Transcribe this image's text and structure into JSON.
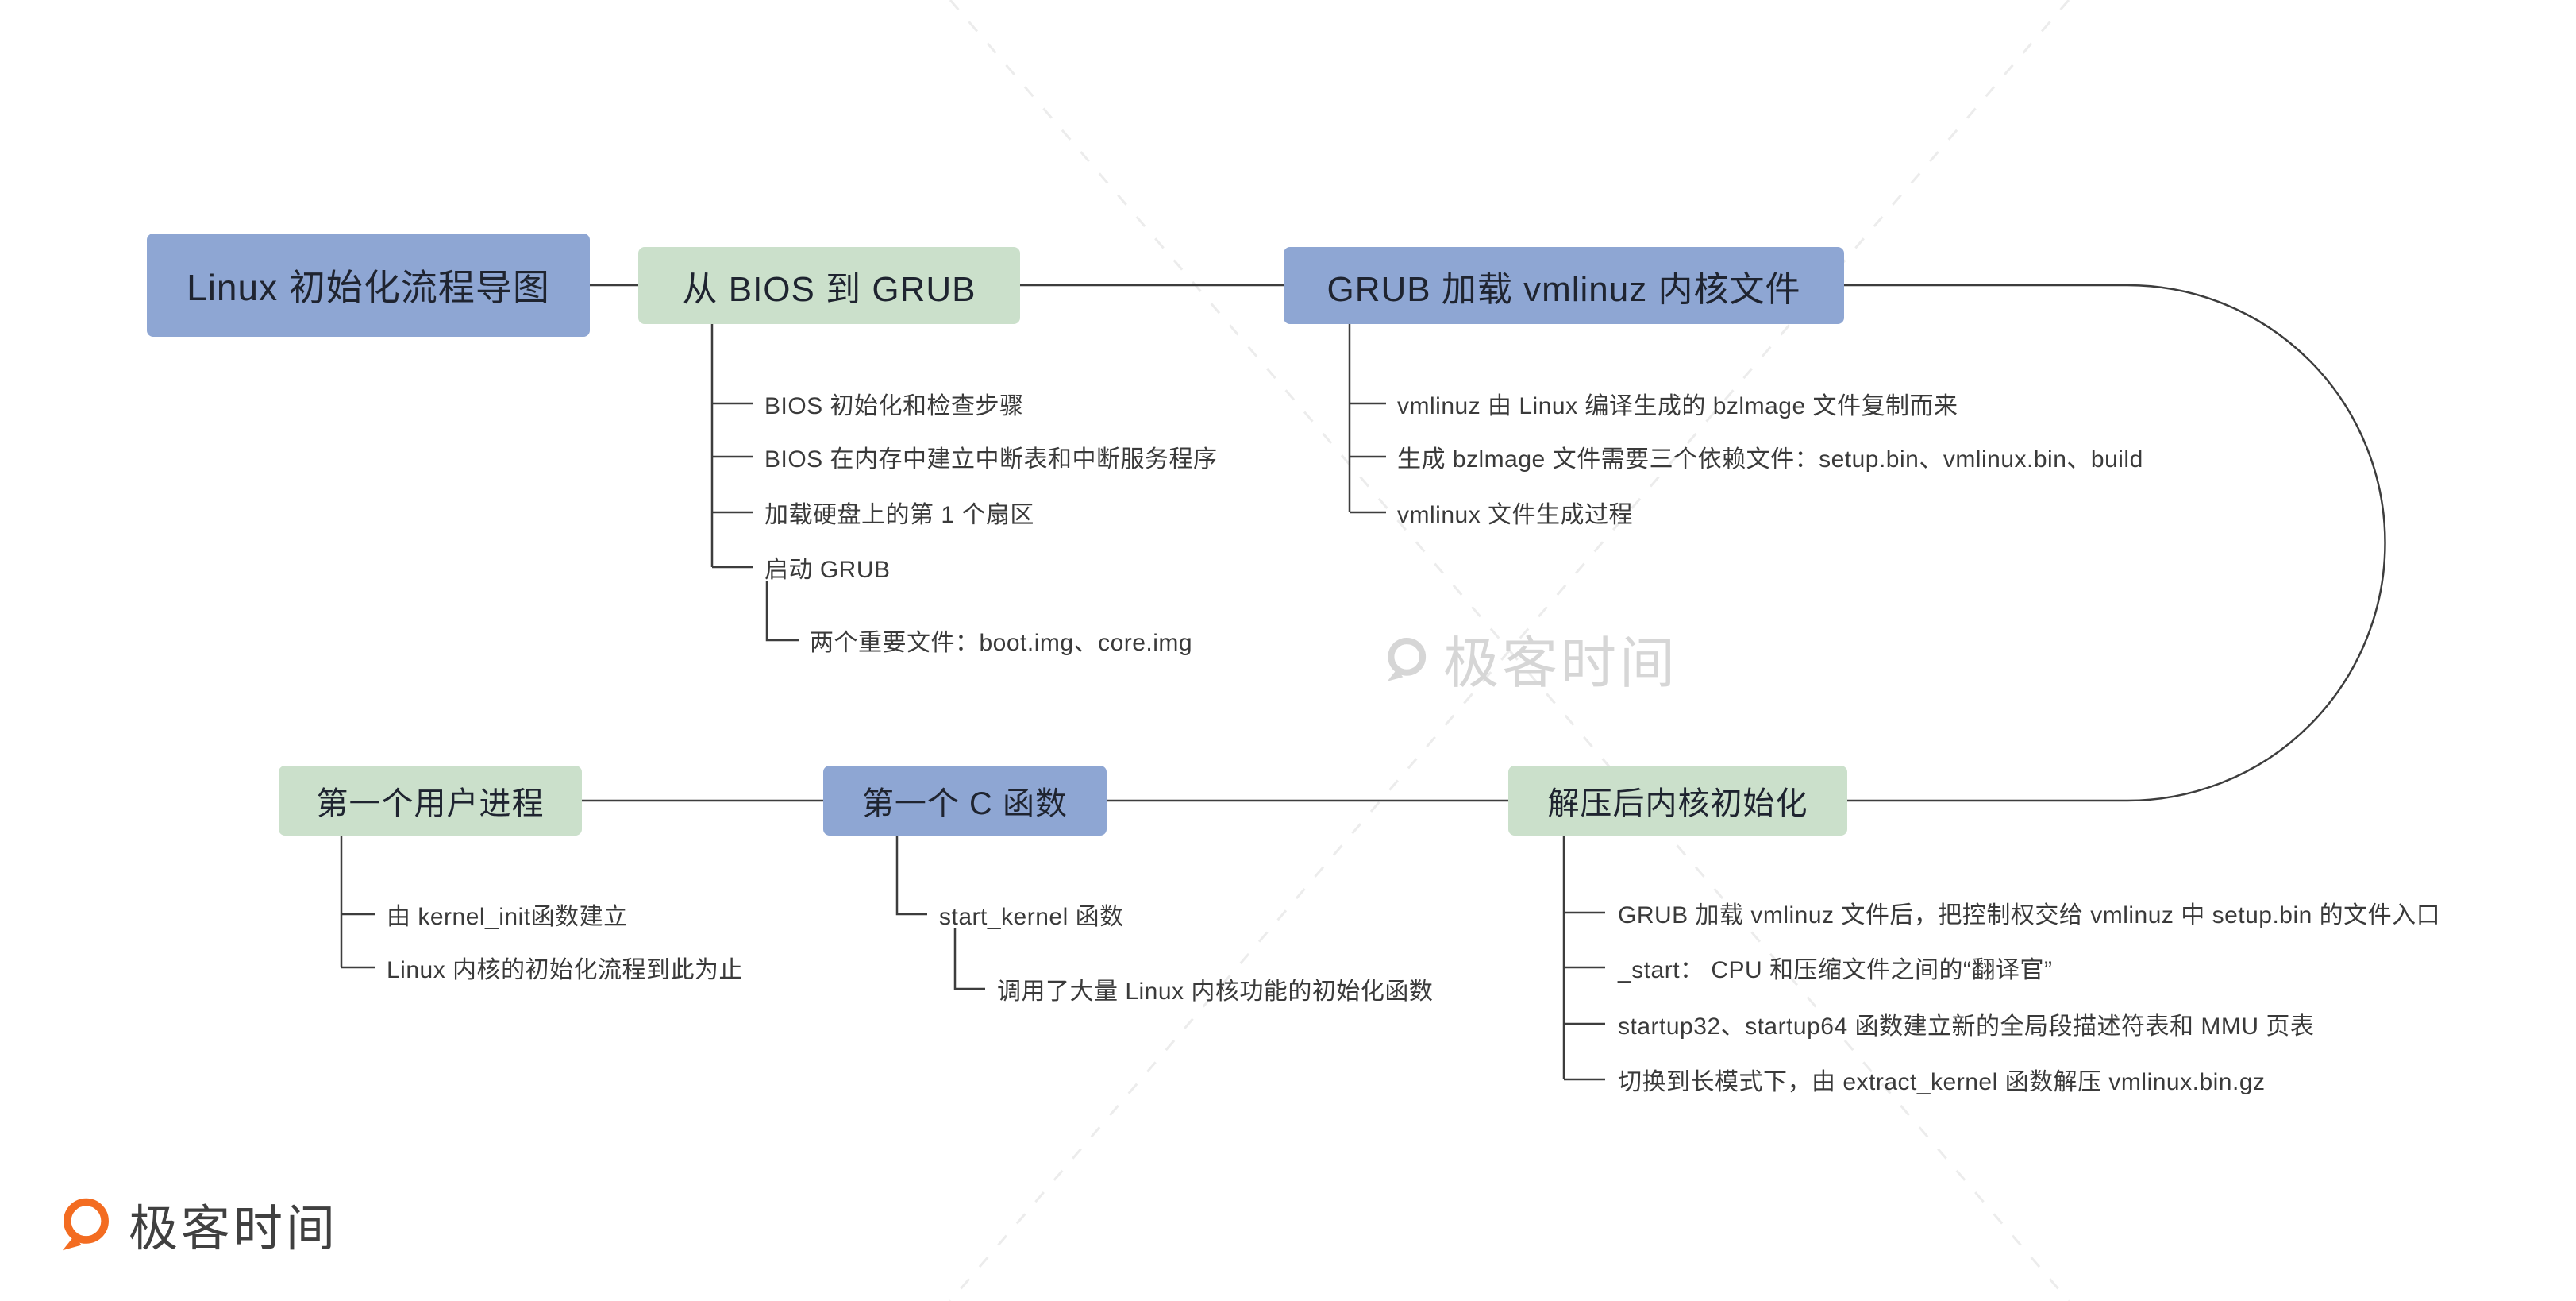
{
  "palette": {
    "blue": "#8EA6D3",
    "green": "#CBE0CB",
    "line": "#3d3d3d",
    "watermark_gray": "#d6d6d6",
    "brand_orange": "#F36C21",
    "leaf_text": "#3a3a3a"
  },
  "nodes": {
    "root": {
      "label": "Linux 初始化流程导图"
    },
    "bios": {
      "label": "从 BIOS 到 GRUB",
      "children": [
        {
          "label": "BIOS 初始化和检查步骤"
        },
        {
          "label": "BIOS 在内存中建立中断表和中断服务程序"
        },
        {
          "label": "加载硬盘上的第 1 个扇区"
        },
        {
          "label": "启动 GRUB",
          "children": [
            {
              "label": "两个重要文件：boot.img、core.img"
            }
          ]
        }
      ]
    },
    "grub": {
      "label": "GRUB 加载 vmlinuz 内核文件",
      "children": [
        {
          "label": "vmlinuz 由 Linux 编译生成的 bzlmage 文件复制而来"
        },
        {
          "label": "生成 bzlmage 文件需要三个依赖文件：setup.bin、vmlinux.bin、build"
        },
        {
          "label": "vmlinux 文件生成过程"
        }
      ]
    },
    "decompress": {
      "label": "解压后内核初始化",
      "children": [
        {
          "label": "GRUB 加载 vmlinuz 文件后，把控制权交给 vmlinuz 中 setup.bin 的文件入口"
        },
        {
          "label": "_start： CPU 和压缩文件之间的“翻译官”"
        },
        {
          "label": "startup32、startup64 函数建立新的全局段描述符表和 MMU 页表"
        },
        {
          "label": "切换到长模式下，由 extract_kernel 函数解压 vmlinux.bin.gz"
        }
      ]
    },
    "first_c": {
      "label": "第一个 C 函数",
      "children": [
        {
          "label": "start_kernel 函数",
          "children": [
            {
              "label": "调用了大量 Linux 内核功能的初始化函数"
            }
          ]
        }
      ]
    },
    "first_user": {
      "label": "第一个用户进程",
      "children": [
        {
          "label": "由 kernel_init函数建立"
        },
        {
          "label": "Linux 内核的初始化流程到此为止"
        }
      ]
    }
  },
  "watermark": {
    "text": "极客时间"
  },
  "footer": {
    "brand": "极客时间"
  }
}
